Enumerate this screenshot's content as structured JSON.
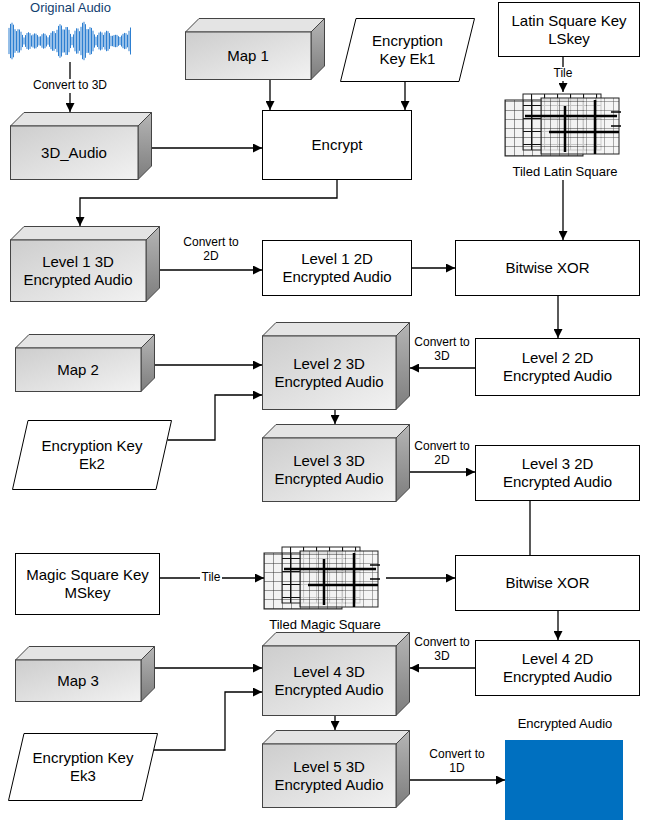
{
  "diagram": {
    "nodes": [
      {
        "text": [
          "Original Audio"
        ]
      },
      {
        "text": [
          "Map 1"
        ]
      },
      {
        "text": [
          "Encryption Key Ek1"
        ]
      },
      {
        "text": [
          "Latin Square Key LSkey"
        ]
      },
      {
        "text": [
          "3D_Audio"
        ]
      },
      {
        "text": [
          "Encrypt"
        ]
      },
      {
        "text": [
          "Tiled Latin Square"
        ]
      },
      {
        "text": [
          "Level 1 3D Encrypted Audio"
        ]
      },
      {
        "text": [
          "Level 1 2D Encrypted Audio"
        ]
      },
      {
        "text": [
          "Bitwise XOR"
        ]
      },
      {
        "text": [
          "Level 2 2D Encrypted Audio"
        ]
      },
      {
        "text": [
          "Map 2"
        ]
      },
      {
        "text": [
          "Level 2 3D Encrypted Audio"
        ]
      },
      {
        "text": [
          "Encryption Key Ek2"
        ]
      },
      {
        "text": [
          "Level 3 3D Encrypted Audio"
        ]
      },
      {
        "text": [
          "Level 3 2D Encrypted Audio"
        ]
      },
      {
        "text": [
          "Magic Square Key MSkey"
        ]
      },
      {
        "text": [
          "Tiled Magic Square"
        ]
      },
      {
        "text": [
          "Bitwise XOR"
        ]
      },
      {
        "text": [
          "Map 3"
        ]
      },
      {
        "text": [
          "Level 4 3D Encrypted Audio"
        ]
      },
      {
        "text": [
          "Level 4 2D Encrypted Audio"
        ]
      },
      {
        "text": [
          "Encryption Key Ek3"
        ]
      },
      {
        "text": [
          "Level 5 3D Encrypted Audio"
        ]
      },
      {
        "text": [
          "Encrypted Audio"
        ]
      }
    ],
    "edges": [
      {
        "from": 0,
        "to": 4,
        "arrow": "to",
        "label": "Convert to 3D"
      },
      {
        "from": 4,
        "to": 5,
        "arrow": "to"
      },
      {
        "from": 1,
        "to": 5,
        "arrow": "to"
      },
      {
        "from": 2,
        "to": 5,
        "arrow": "to"
      },
      {
        "from": 3,
        "to": 6,
        "arrow": "to",
        "label": "Tile"
      },
      {
        "from": 5,
        "to": 7,
        "arrow": "to"
      },
      {
        "from": 7,
        "to": 8,
        "arrow": "to",
        "label": "Convert to 2D"
      },
      {
        "from": 8,
        "to": 9,
        "arrow": "to"
      },
      {
        "from": 6,
        "to": 9,
        "arrow": "to"
      },
      {
        "from": 9,
        "to": 10,
        "arrow": "to"
      },
      {
        "from": 10,
        "to": 12,
        "arrow": "to",
        "label": "Convert to 3D"
      },
      {
        "from": 11,
        "to": 12,
        "arrow": "to"
      },
      {
        "from": 13,
        "to": 12,
        "arrow": "to"
      },
      {
        "from": 12,
        "to": 14,
        "arrow": "to"
      },
      {
        "from": 14,
        "to": 15,
        "arrow": "to",
        "label": "Convert to 2D"
      },
      {
        "from": 15,
        "to": 18,
        "arrow": "none"
      },
      {
        "from": 16,
        "to": 17,
        "arrow": "to",
        "label": "Tile"
      },
      {
        "from": 17,
        "to": 18,
        "arrow": "to"
      },
      {
        "from": 18,
        "to": 21,
        "arrow": "to"
      },
      {
        "from": 21,
        "to": 20,
        "arrow": "to",
        "label": "Convert to 3D"
      },
      {
        "from": 19,
        "to": 20,
        "arrow": "to"
      },
      {
        "from": 22,
        "to": 20,
        "arrow": "to"
      },
      {
        "from": 20,
        "to": 23,
        "arrow": "to"
      },
      {
        "from": 23,
        "to": 24,
        "arrow": "to",
        "label": "Convert to 1D"
      }
    ]
  }
}
